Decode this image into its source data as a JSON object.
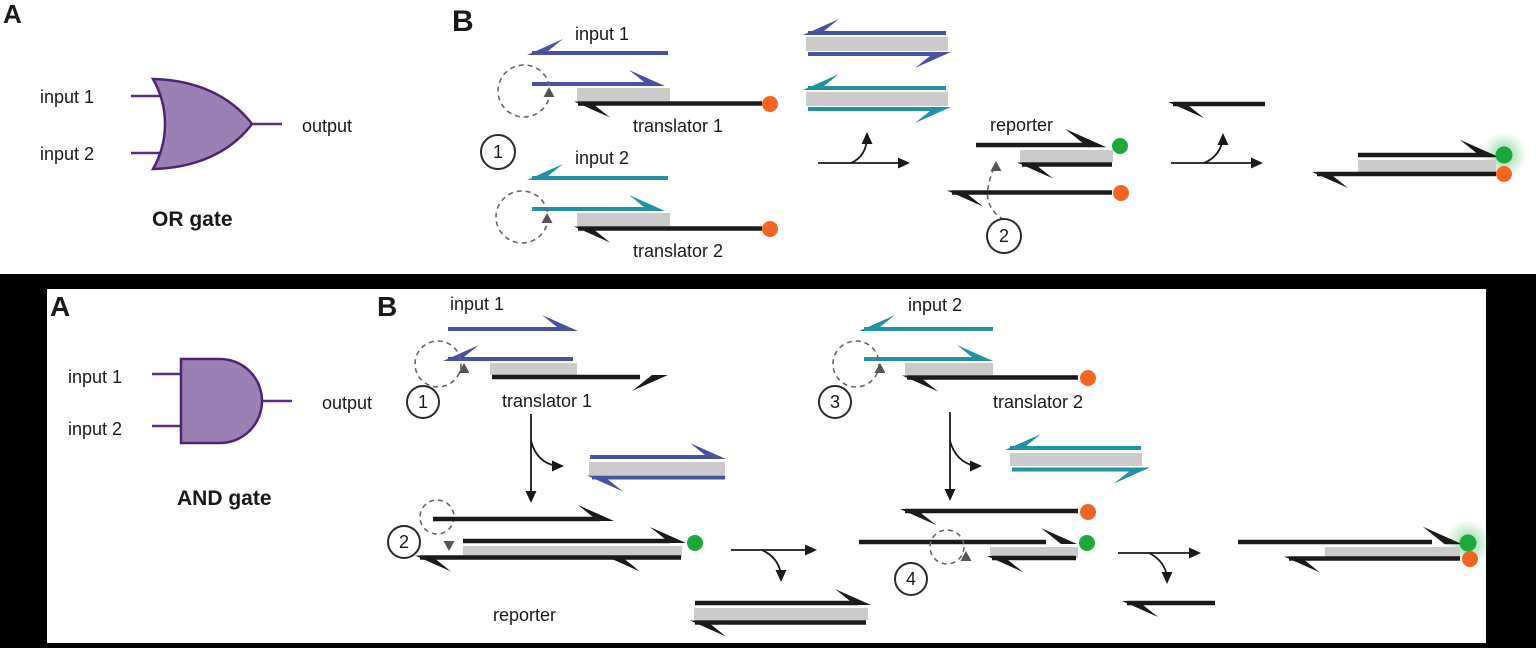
{
  "top": {
    "panel_a": "A",
    "panel_b": "B",
    "gate": {
      "input1": "input 1",
      "input2": "input 2",
      "output": "output",
      "caption": "OR gate"
    },
    "mech": {
      "input1": "input 1",
      "translator1": "translator 1",
      "input2": "input 2",
      "translator2": "translator 2",
      "reporter": "reporter",
      "step1": "1",
      "step2": "2"
    }
  },
  "bottom": {
    "panel_a": "A",
    "panel_b": "B",
    "gate": {
      "input1": "input 1",
      "input2": "input 2",
      "output": "output",
      "caption": "AND gate"
    },
    "mech": {
      "input1": "input 1",
      "translator1": "translator 1",
      "input2": "input 2",
      "translator2": "translator 2",
      "reporter": "reporter",
      "step1": "1",
      "step2": "2",
      "step3": "3",
      "step4": "4"
    }
  },
  "colors": {
    "input1_blue": "#4A51A0",
    "input2_teal": "#2191A5",
    "strand_black": "#1A1A1A",
    "duplex_gray": "#CBCBCB",
    "gate_fill": "#9C80B4",
    "gate_outline": "#4F2570",
    "fluorophore_green": "#1EA83C",
    "quencher_orange": "#F26522",
    "frame_black": "#000000"
  },
  "icon_names": [
    "strand-arrow",
    "fluorophore-dot",
    "quencher-dot",
    "fluorescence-glow",
    "reaction-arrow",
    "displacement-loop-arrow",
    "step-badge"
  ]
}
